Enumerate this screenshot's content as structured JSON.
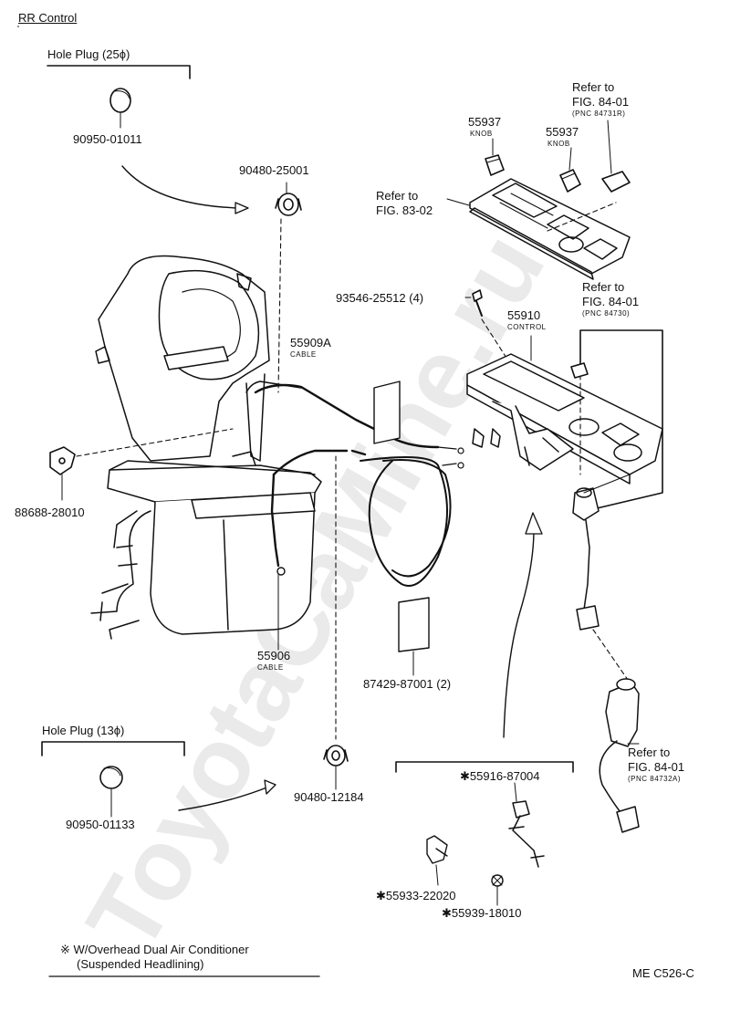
{
  "title": "RR Control",
  "hole_plug_25": "Hole Plug (25ϕ)",
  "hole_plug_13": "Hole Plug (13ϕ)",
  "parts": {
    "p90950_01011": "90950-01011",
    "p90480_25001": "90480-25001",
    "p55937_a": "55937",
    "p55937_b": "55937",
    "knob_a": "KNOB",
    "knob_b": "KNOB",
    "p93546": "93546-25512 (4)",
    "p55910": "55910",
    "control": "CONTROL",
    "p55909A": "55909A",
    "cable_a": "CABLE",
    "p88688": "88688-28010",
    "p55906": "55906",
    "cable_b": "CABLE",
    "p87429": "87429-87001 (2)",
    "p90480_12184": "90480-12184",
    "p90950_01133": "90950-01133",
    "p55916": "✱55916-87004",
    "p55933": "✱55933-22020",
    "p55939": "✱55939-18010"
  },
  "refs": {
    "r1_line1": "Refer to",
    "r1_line2": "FIG. 84-01",
    "r1_line3": "(PNC 84731R)",
    "r2_line1": "Refer to",
    "r2_line2": "FIG. 83-02",
    "r3_line1": "Refer to",
    "r3_line2": "FIG. 84-01",
    "r3_line3": "(PNC 84730)",
    "r4_line1": "Refer to",
    "r4_line2": "FIG. 84-01",
    "r4_line3": "(PNC 84732A)"
  },
  "footnote_line1": "※ W/Overhead Dual Air Conditioner",
  "footnote_line2": "(Suspended Headlining)",
  "code": "ME C526-C",
  "watermark": "ToyotaCaMine.ru"
}
